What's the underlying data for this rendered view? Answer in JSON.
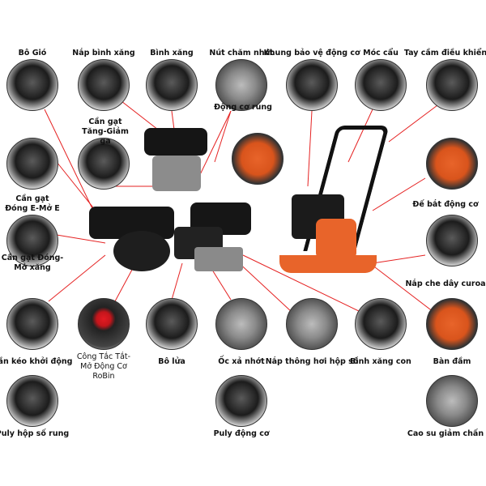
{
  "title": "Cấu tạo máy đầm bàn",
  "parts": [
    {
      "id": "bo-gio",
      "label": "Bô Gió"
    },
    {
      "id": "nap-binh-xang",
      "label": "Nắp bình xăng"
    },
    {
      "id": "binh-xang",
      "label": "Bình xăng"
    },
    {
      "id": "nut-cham-nhot",
      "label": "Nút chăm nhớt"
    },
    {
      "id": "khung-bao-ve",
      "label": "Khung bảo vệ động cơ"
    },
    {
      "id": "moc-cau",
      "label": "Móc cẩu"
    },
    {
      "id": "tay-cam",
      "label": "Tay cầm điều khiển"
    },
    {
      "id": "can-gat-ga",
      "label": "Cần gạt Tăng-Giảm ga"
    },
    {
      "id": "dong-co-rung",
      "label": "Động cơ rung"
    },
    {
      "id": "can-gat-e",
      "label": "Cần gạt Đóng E-Mở E"
    },
    {
      "id": "de-bat",
      "label": "Đế bắt động cơ"
    },
    {
      "id": "can-gat-xang",
      "label": "Cần gạt Đóng-Mở xăng"
    },
    {
      "id": "nap-che-curoa",
      "label": "Nắp che dây curoa"
    },
    {
      "id": "can-keo",
      "label": "Cần kéo khởi động"
    },
    {
      "id": "cong-tac",
      "label": "Công Tắc Tắt-Mở Động Cơ RoBin"
    },
    {
      "id": "bo-lua",
      "label": "Bô lửa"
    },
    {
      "id": "oc-xa-nhot",
      "label": "Ốc xả nhớt"
    },
    {
      "id": "nap-thong-hoi",
      "label": "Nắp thông hơi hộp số"
    },
    {
      "id": "binh-xang-con",
      "label": "Bình xăng con"
    },
    {
      "id": "ban-dam",
      "label": "Bàn đầm"
    },
    {
      "id": "puly-hop-so",
      "label": "Puly hộp số rung"
    },
    {
      "id": "puly-dong-co",
      "label": "Puly động cơ"
    },
    {
      "id": "cao-su",
      "label": "Cao su giảm chấn"
    }
  ],
  "line_color": "#e52222",
  "accent": "#e8642a"
}
